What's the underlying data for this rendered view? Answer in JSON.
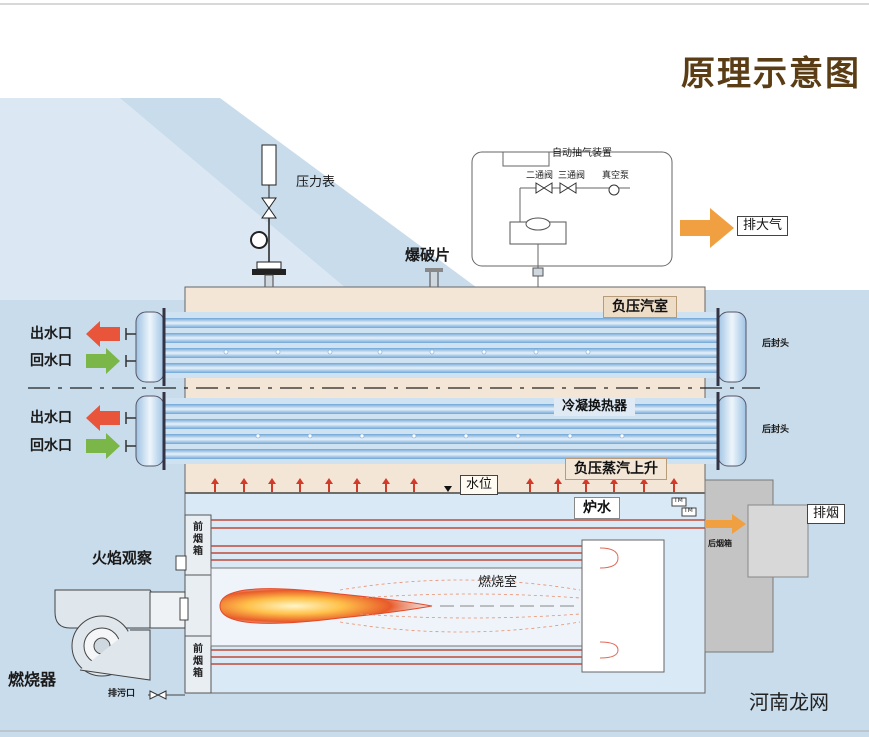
{
  "title": "原理示意图",
  "labels": {
    "pressure_gauge": "压力表",
    "auto_exhaust_device": "自动抽气装置",
    "two_way_valve": "二通阀",
    "three_way_valve": "三通阀",
    "vacuum_pump": "真空泵",
    "exhaust_to_air": "排大气",
    "rupture_disc": "爆破片",
    "negative_pressure_steam_chamber": "负压汽室",
    "rear_head_top": "后封头",
    "rear_head_bottom": "后封头",
    "outlet_1": "出水口",
    "return_1": "回水口",
    "outlet_2": "出水口",
    "return_2": "回水口",
    "condenser": "冷凝换热器",
    "steam_rising": "负压蒸汽上升",
    "water_level": "水位",
    "boiler_water": "炉水",
    "tm1": "TM",
    "tm2": "TM",
    "flue_exhaust": "排烟",
    "rear_smoke_box": "后烟箱",
    "front_smoke_box_top": "前烟箱",
    "front_smoke_box_bottom": "前烟箱",
    "flame_observation": "火焰观察",
    "combustion_chamber": "燃烧室",
    "burner": "燃烧器",
    "drain_outlet": "排污口"
  },
  "watermark": "河南龙网",
  "colors": {
    "title": "#5a3d14",
    "outlet_arrow": "#e8553a",
    "return_arrow": "#7ab648",
    "exhaust_arrow": "#f0a040",
    "steam_arrow": "#d23a2a",
    "shell_fill": "#f3e6d6",
    "water_fill": "#d9eaf6",
    "background_blue": "#c9dceb"
  }
}
